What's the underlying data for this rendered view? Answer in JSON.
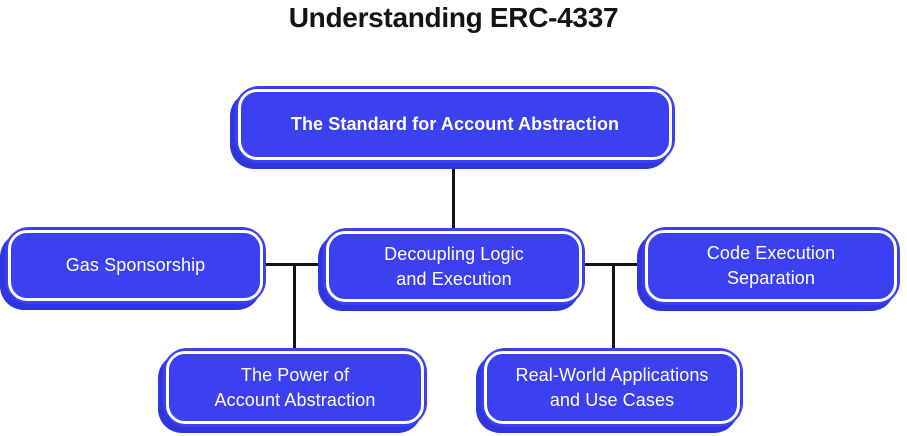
{
  "title": "Understanding ERC-4337",
  "nodes": {
    "root": {
      "label": "The Standard for Account Abstraction"
    },
    "gas": {
      "label": "Gas Sponsorship"
    },
    "decoupling": {
      "label": "Decoupling Logic\nand Execution"
    },
    "code": {
      "label": "Code Execution\nSeparation"
    },
    "power": {
      "label": "The Power of\nAccount Abstraction"
    },
    "realworld": {
      "label": "Real-World Applications\nand Use Cases"
    }
  },
  "colors": {
    "background": "#FFFFFF",
    "node_fill": "#3B41F1",
    "node_border": "#FFFFFF",
    "node_shadow": "#3036DE",
    "node_text": "#FFFFFF",
    "connector": "#131313",
    "title_text": "#141417"
  }
}
